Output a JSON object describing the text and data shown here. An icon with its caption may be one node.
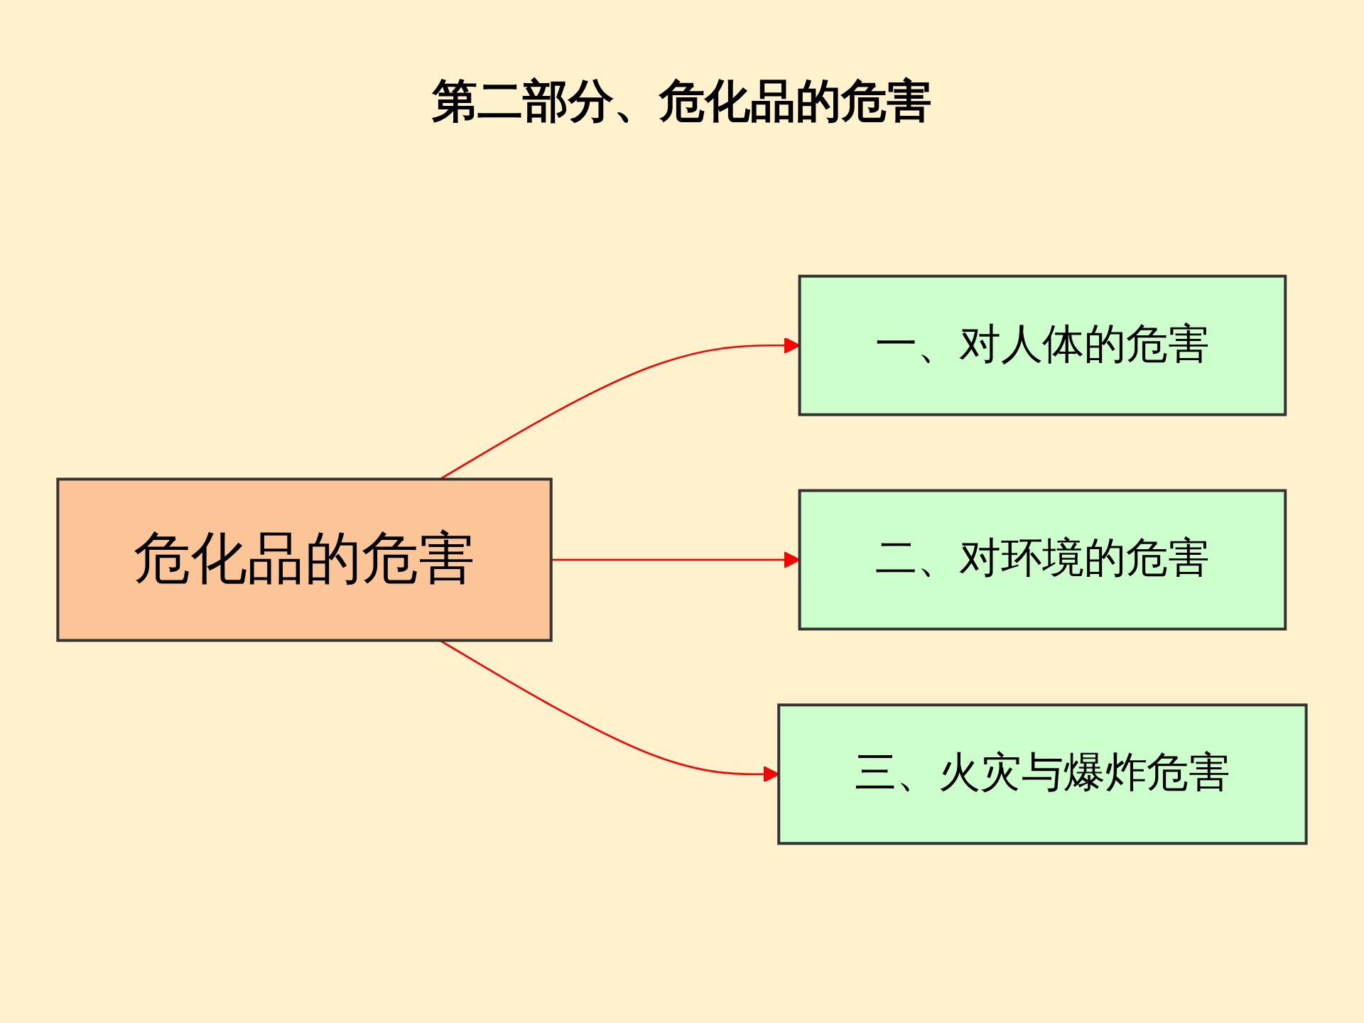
{
  "diagram": {
    "title": "第二部分、危化品的危害",
    "nodes": [
      {
        "text": [
          "危化品的危害"
        ]
      },
      {
        "text": [
          "一、对人体的危害"
        ]
      },
      {
        "text": [
          "二、对环境的危害"
        ]
      },
      {
        "text": [
          "三、火灾与爆炸危害"
        ]
      }
    ],
    "edges": [
      {
        "from": 0,
        "to": 1,
        "arrow": "to",
        "color": "#ff0000"
      },
      {
        "from": 0,
        "to": 2,
        "arrow": "to",
        "color": "#ff0000"
      },
      {
        "from": 0,
        "to": 3,
        "arrow": "to",
        "color": "#ff0000"
      }
    ]
  }
}
